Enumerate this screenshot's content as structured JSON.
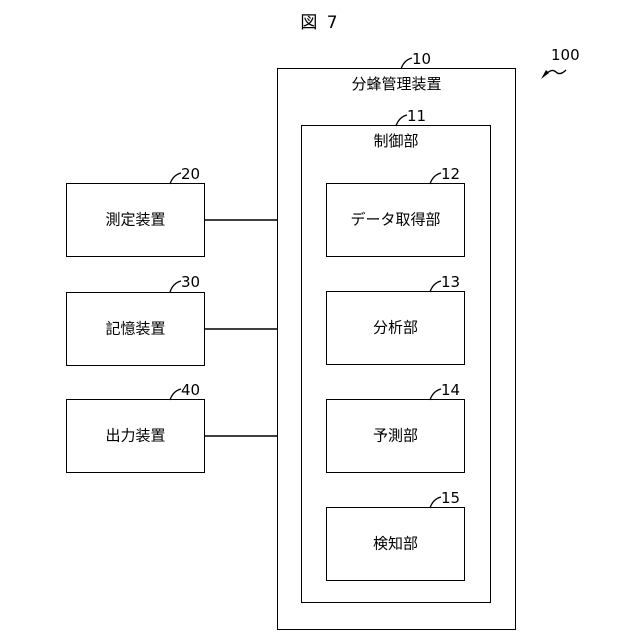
{
  "figure": {
    "title": "図 7"
  },
  "system": {
    "ref": "100"
  },
  "manager": {
    "ref": "10",
    "label": "分蜂管理装置"
  },
  "controller": {
    "ref": "11",
    "label": "制御部"
  },
  "units": [
    {
      "ref": "12",
      "label": "データ取得部"
    },
    {
      "ref": "13",
      "label": "分析部"
    },
    {
      "ref": "14",
      "label": "予測部"
    },
    {
      "ref": "15",
      "label": "検知部"
    }
  ],
  "devices": [
    {
      "ref": "20",
      "label": "測定装置"
    },
    {
      "ref": "30",
      "label": "記憶装置"
    },
    {
      "ref": "40",
      "label": "出力装置"
    }
  ]
}
